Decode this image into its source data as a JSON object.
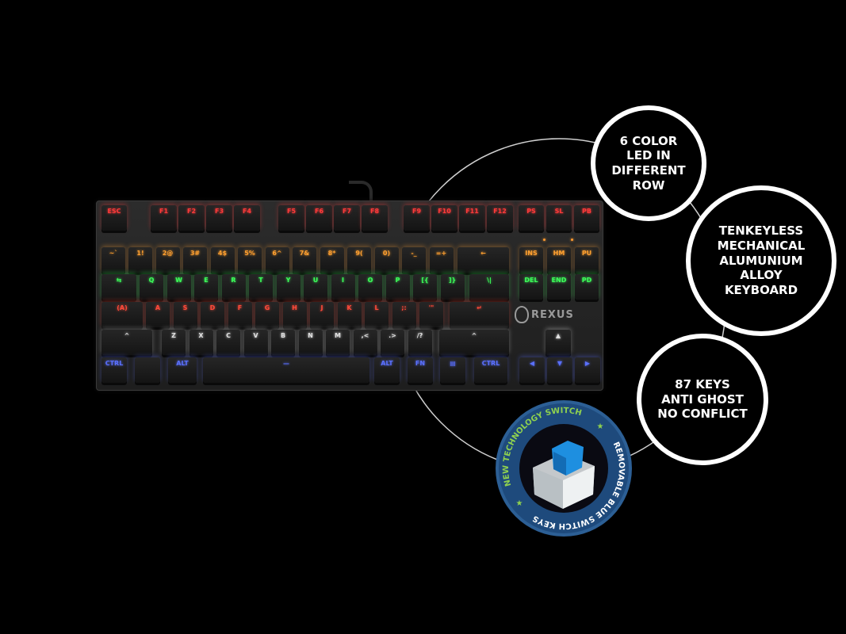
{
  "led_colors": {
    "row_fn": "#ff3a3a",
    "row_num": "#ffa030",
    "row_qwerty": "#3cff5a",
    "row_home": "#ff4a3a",
    "row_shift": "#e0e0e0",
    "row_bottom": "#5a70ff"
  },
  "keyboard": {
    "brand": "REXUS",
    "rows": [
      [
        "ESC",
        "F1",
        "F2",
        "F3",
        "F4",
        "F5",
        "F6",
        "F7",
        "F8",
        "F9",
        "F10",
        "F11",
        "F12",
        "PS",
        "SL",
        "PB"
      ],
      [
        "~`",
        "1!",
        "2@",
        "3#",
        "4$",
        "5%",
        "6^",
        "7&",
        "8*",
        "9(",
        "0)",
        "-_",
        "=+",
        "←",
        "INS",
        "HM",
        "PU"
      ],
      [
        "⇆",
        "Q",
        "W",
        "E",
        "R",
        "T",
        "Y",
        "U",
        "I",
        "O",
        "P",
        "[{",
        "]}",
        "\\|",
        "DEL",
        "END",
        "PD"
      ],
      [
        "(A)",
        "A",
        "S",
        "D",
        "F",
        "G",
        "H",
        "J",
        "K",
        "L",
        ";:",
        "'\"",
        "↵"
      ],
      [
        "^",
        "Z",
        "X",
        "C",
        "V",
        "B",
        "N",
        "M",
        ",<",
        ".>",
        "/?",
        "^",
        "▲"
      ],
      [
        "CTRL",
        "",
        "ALT",
        "—",
        "ALT",
        "FN",
        "▤",
        "CTRL",
        "◀",
        "▼",
        "▶"
      ]
    ]
  },
  "callouts": [
    {
      "lines": [
        "6 COLOR",
        "LED IN",
        "DIFFERENT",
        "ROW"
      ]
    },
    {
      "lines": [
        "TENKEYLESS",
        "MECHANICAL",
        "ALUMUNIUM",
        "ALLOY",
        "KEYBOARD"
      ]
    },
    {
      "lines": [
        "87 KEYS",
        "ANTI GHOST",
        "NO CONFLICT"
      ]
    }
  ],
  "badge": {
    "top_text": "NEW TECHNOLOGY SWITCH",
    "side_text": "REMOVABLE BLUE SWITCH KEYS",
    "ring_color": "#1e4a7c",
    "green_text": "#8fd14f",
    "switch_color": "#1e8fe0"
  }
}
